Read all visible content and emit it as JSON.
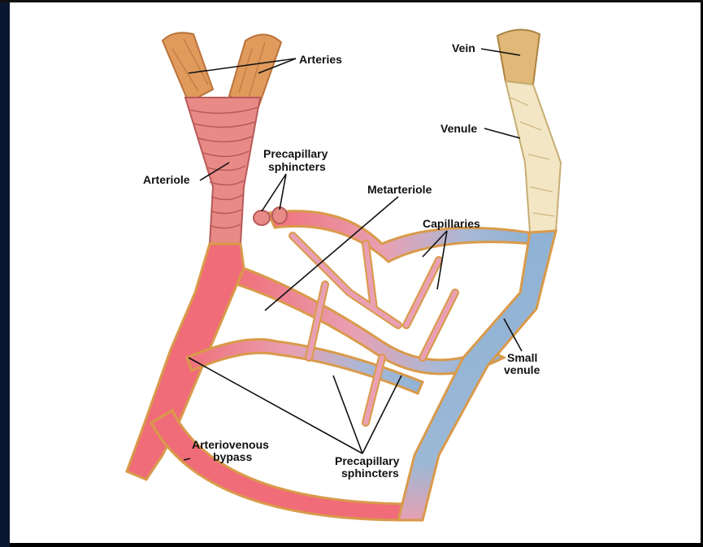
{
  "diagram": {
    "labels": {
      "arteries": "Arteries",
      "vein": "Vein",
      "venule": "Venule",
      "precap_top_1": "Precapillary",
      "precap_top_2": "sphincters",
      "arteriole": "Arteriole",
      "metarteriole": "Metarteriole",
      "capillaries": "Capillaries",
      "small_venule_1": "Small",
      "small_venule_2": "venule",
      "av_bypass_1": "Arteriovenous",
      "av_bypass_2": "bypass",
      "precap_bottom_1": "Precapillary",
      "precap_bottom_2": "sphincters"
    },
    "colors": {
      "artery_tan": "#e09a5c",
      "arteriole_pink": "#e88a86",
      "arterial_red": "#f06c78",
      "venous_blue": "#8fb2d4",
      "vein_cream": "#f2e6c4",
      "vessel_wall": "#d99a4a"
    }
  }
}
